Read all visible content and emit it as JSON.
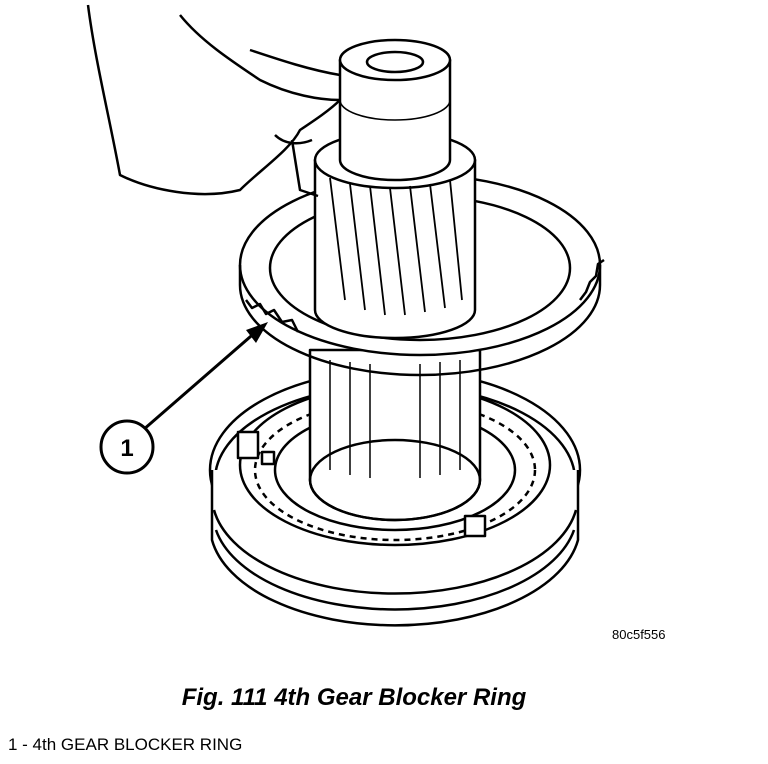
{
  "figure": {
    "code": "80c5f556",
    "caption": "Fig. 111 4th Gear Blocker Ring",
    "callout_number": "1",
    "legend": [
      {
        "text": "1 - 4th GEAR BLOCKER RING"
      }
    ]
  }
}
